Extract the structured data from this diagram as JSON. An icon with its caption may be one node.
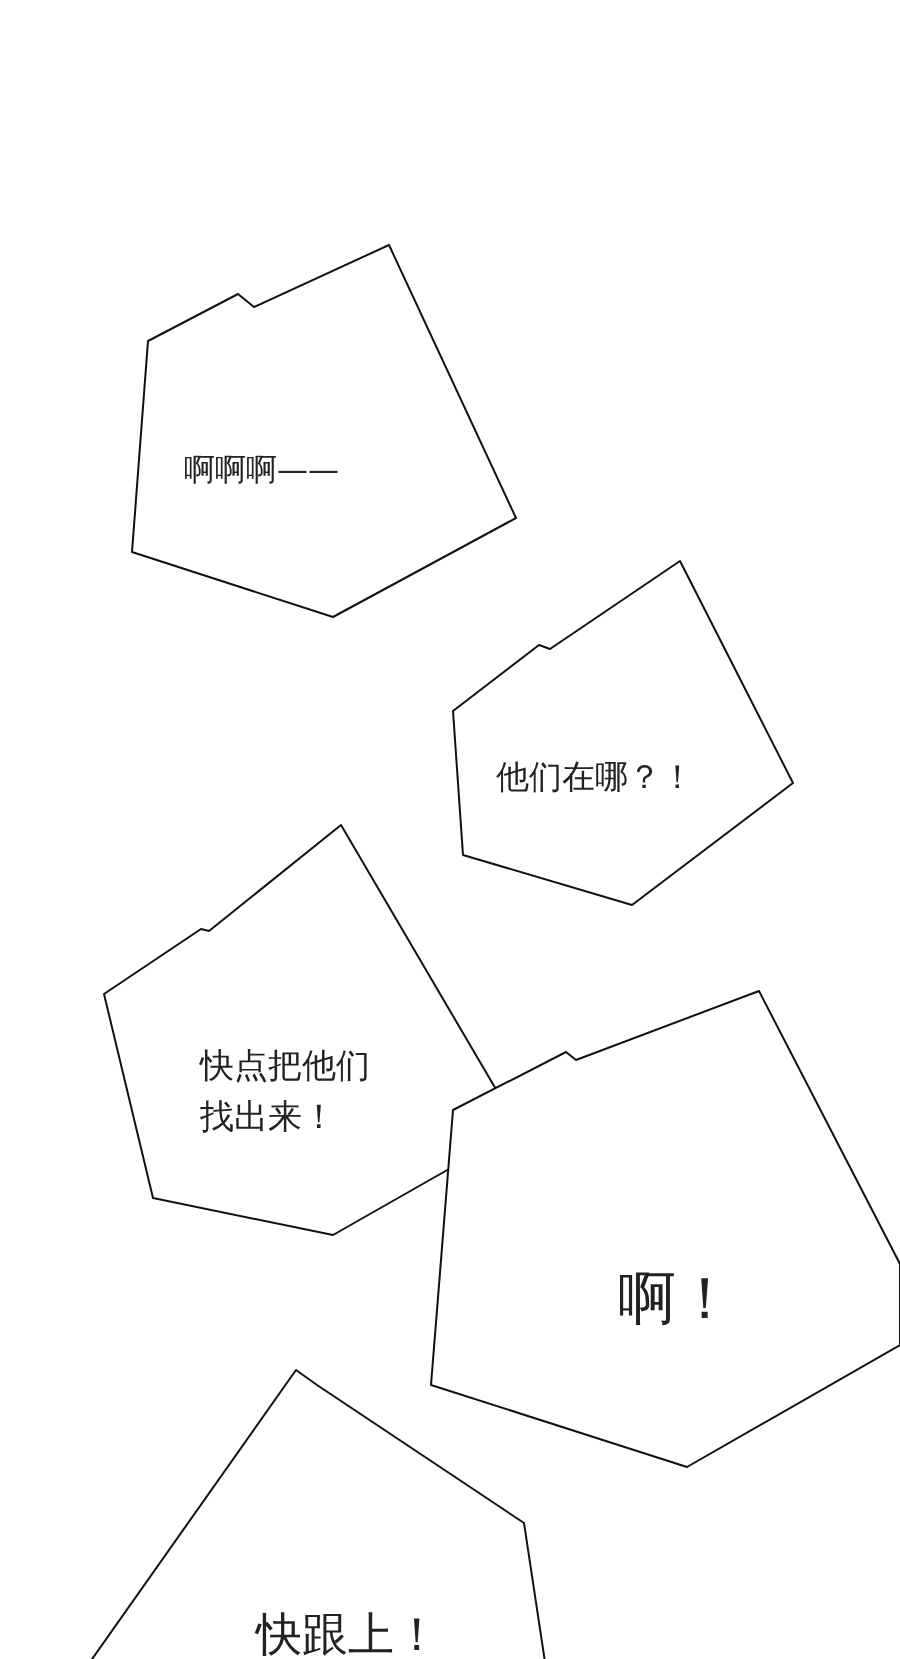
{
  "diagram": {
    "nodes": [
      {
        "text": [
          "啊啊啊——"
        ]
      },
      {
        "text": [
          "他们在哪？！"
        ]
      },
      {
        "text": [
          "快点把他们找出来！"
        ]
      },
      {
        "text": [
          "啊！"
        ]
      },
      {
        "text": [
          "快跟上！"
        ]
      }
    ]
  }
}
